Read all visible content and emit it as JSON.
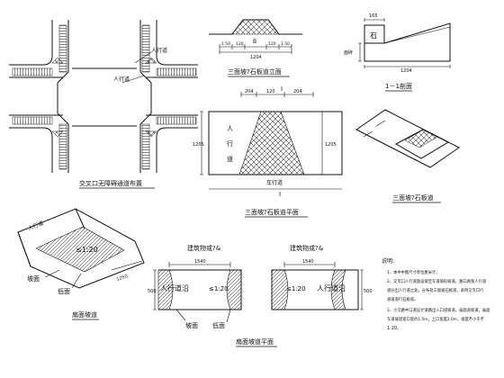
{
  "intersection_plan": {
    "title": "交叉口无障碍通道布置",
    "sidewalk_label_right": "人行道",
    "sidewalk_label_left": "人行道"
  },
  "three_side_elevation": {
    "title": "三面坡?石板道立面",
    "label_b": "B",
    "dims": [
      "1 50",
      "120",
      "120",
      "1 50"
    ],
    "total": "1204"
  },
  "section_1_1": {
    "title": "1－1剖面",
    "top_dim": "165",
    "stone_label": "石",
    "side_label": "面砖",
    "bottom_dim": "1204"
  },
  "three_side_plan": {
    "title": "三面坡?石板道平面",
    "marker_top": "I",
    "marker_bottom": "I",
    "sidewalk": "人行道",
    "roadway": "车行道",
    "top_dims": [
      "204",
      "120",
      "204"
    ],
    "left_dim": "1205",
    "right_dim": "1205"
  },
  "three_side_iso": {
    "title": "三面坡?石板道"
  },
  "ramp_iso": {
    "title": "扇面坡道",
    "slope": "≤1:20",
    "label_slope_face": "坡面",
    "label_ground": "低面",
    "label_sidewalk": "人行道",
    "dim": "1250"
  },
  "fan_ramp_plan": {
    "title": "扇面坡道平面",
    "building_left": "建筑物或?&",
    "building_right": "建筑物或?&",
    "sidewalk_left": "人行道沿",
    "sidewalk_right": "人行道沿",
    "slope_left": "≤1:20",
    "slope_right": "≤1:20",
    "dim_left": "1540",
    "dim_right": "1540",
    "side_dim_left": "500",
    "side_dim_right": "500",
    "label_slope": "坡面",
    "label_ground": "低面"
  },
  "notes": {
    "heading": "说明:",
    "items": [
      "1、本中中图尺寸单位厘米计。",
      "2、交叉口人行道面设坡至车道坡形坡道，路口两角人行道",
      "道分出人行道之处，分布处三面坡石板道，采用交叉口行",
      "道坡道行石板道。",
      "3、小交路中口道设计道路出入口道坡道，扇面道坡道，扇面",
      "车道坡道宽口宽约1.5m，上口宽度2.0m，坡度不小于不",
      "1:20。"
    ]
  }
}
